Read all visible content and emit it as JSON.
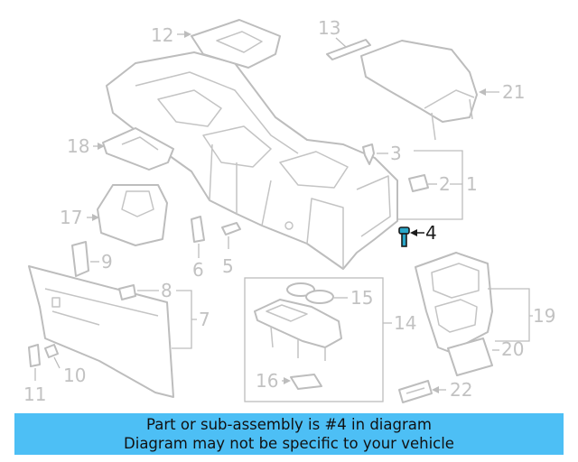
{
  "callouts": {
    "c1": "1",
    "c2": "2",
    "c3": "3",
    "c4": "4",
    "c5": "5",
    "c6": "6",
    "c7": "7",
    "c8": "8",
    "c9": "9",
    "c10": "10",
    "c11": "11",
    "c12": "12",
    "c13": "13",
    "c14": "14",
    "c15": "15",
    "c16": "16",
    "c17": "17",
    "c18": "18",
    "c19": "19",
    "c20": "20",
    "c21": "21",
    "c22": "22"
  },
  "highlighted_part": "4",
  "colors": {
    "banner": "#4dbff5",
    "highlight": "#2aa6c8",
    "line": "#bdbdbd"
  },
  "banner": {
    "line1": "Part or sub-assembly is #4 in diagram",
    "line2": "Diagram may not be specific to your vehicle"
  }
}
